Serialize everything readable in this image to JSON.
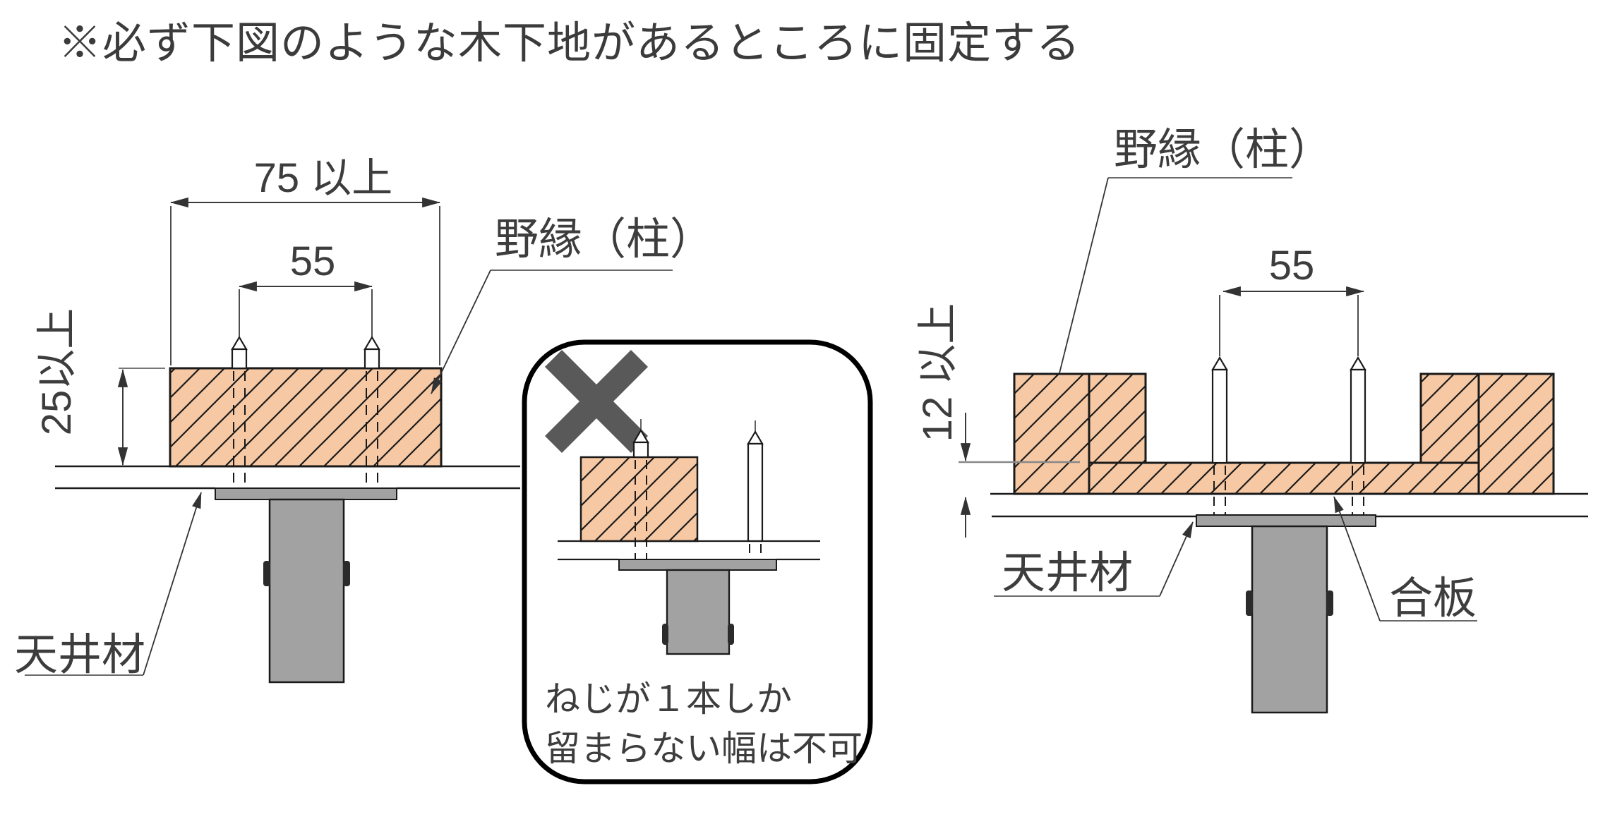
{
  "title": "※必ず下図のような木下地があるところに固定する",
  "colors": {
    "wood_fill": "#f6c8a4",
    "hatch_line": "#1a1a1a",
    "metal_fill": "#a2a2a2",
    "outline": "#1a1a1a",
    "text": "#3d3d3d",
    "cross_mark": "#595959"
  },
  "left_diagram": {
    "width_dim": "75 以上",
    "screw_pitch_dim": "55",
    "height_dim": "25以上",
    "furring_label": "野縁（柱）",
    "ceiling_label": "天井材"
  },
  "prohibited_box": {
    "cross_icon": "x-mark",
    "note_line1": "ねじが１本しか",
    "note_line2": "留まらない幅は不可"
  },
  "right_diagram": {
    "furring_label": "野縁（柱）",
    "screw_pitch_dim": "55",
    "thickness_dim": "12 以上",
    "ceiling_label": "天井材",
    "plywood_label": "合板"
  }
}
